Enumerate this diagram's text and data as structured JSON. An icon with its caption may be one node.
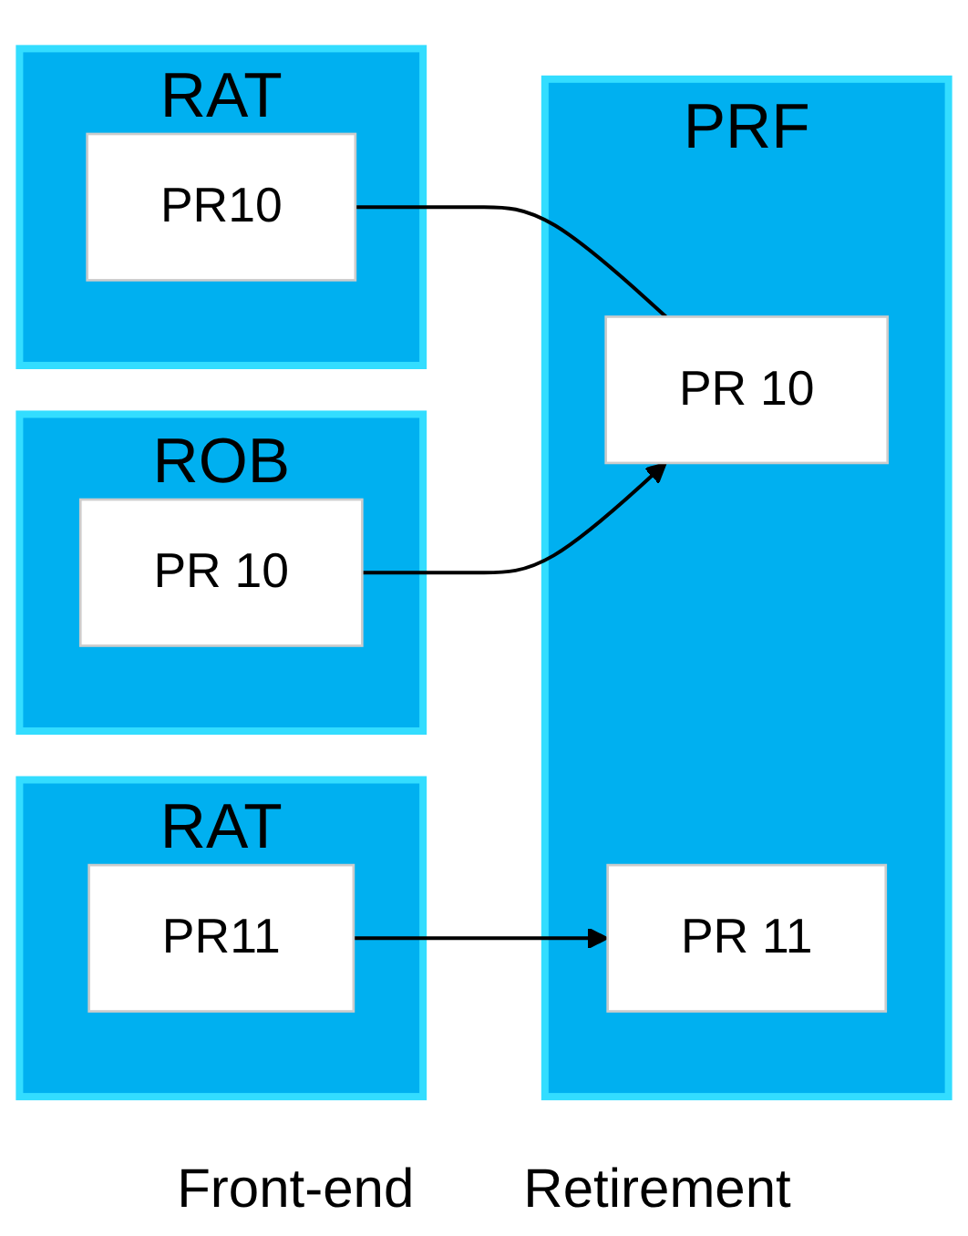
{
  "diagram": {
    "nodes": [
      {
        "text": [
          "RAT"
        ]
      },
      {
        "text": [
          "PR11"
        ],
        "in": 0
      },
      {
        "text": [
          "PRF"
        ]
      },
      {
        "text": [
          "PR 10"
        ],
        "in": 2
      },
      {
        "text": [
          "PR 11"
        ],
        "in": 2
      },
      {
        "text": [
          "RAT"
        ]
      },
      {
        "text": [
          "PR10"
        ],
        "in": 5
      },
      {
        "text": [
          "ROB"
        ]
      },
      {
        "text": [
          "PR 10"
        ],
        "in": 7
      }
    ],
    "edges": [
      {
        "from": 1,
        "to": 4,
        "arrow": "to"
      },
      {
        "from": 6,
        "to": 3,
        "arrow": "none"
      },
      {
        "from": 8,
        "to": 3,
        "arrow": "to"
      }
    ],
    "labels": [
      "Front-end",
      "Retirement"
    ]
  }
}
